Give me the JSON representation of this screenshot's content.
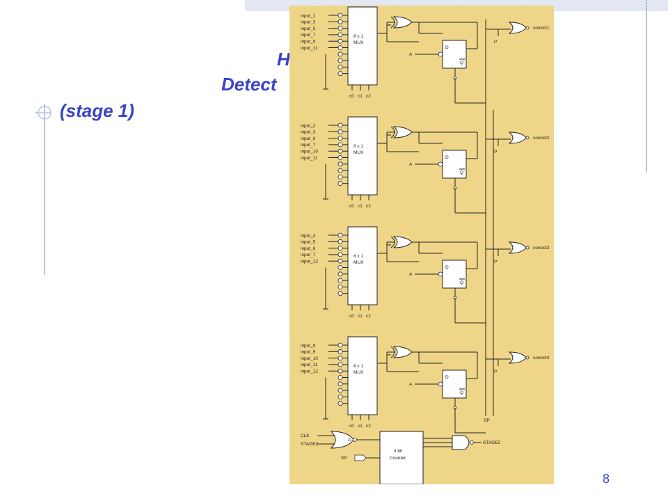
{
  "slide": {
    "title_line1": "H",
    "title_line2": "Detect",
    "stage_label": "(stage 1)",
    "page_number": "8"
  },
  "circuit": {
    "mux_label_top": "8 x 1",
    "mux_label_bottom": "MUX",
    "selects": [
      "c0",
      "c1",
      "c2"
    ],
    "enable_label": "A",
    "p_label": "P",
    "dff_d": "D",
    "dff_q": "Q",
    "sp_label": "SP",
    "stages": [
      {
        "inputs": [
          "input_1",
          "input_3",
          "input_5",
          "input_7",
          "input_9",
          "input_11"
        ],
        "output": "correct1"
      },
      {
        "inputs": [
          "input_2",
          "input_3",
          "input_6",
          "input_7",
          "input_10",
          "input_11"
        ],
        "output": "correct2"
      },
      {
        "inputs": [
          "input_4",
          "input_5",
          "input_6",
          "input_7",
          "input_12"
        ],
        "output": "correct3"
      },
      {
        "inputs": [
          "input_8",
          "input_9",
          "input_10",
          "input_11",
          "input_12"
        ],
        "output": "correct4"
      }
    ],
    "bottom": {
      "clk": "CLK",
      "stage2_in": "STAGE2",
      "a": "A",
      "sp": "SP",
      "counter_line1": "3 bit",
      "counter_line2": "Counter",
      "stage2_out": "STAGE2"
    }
  }
}
